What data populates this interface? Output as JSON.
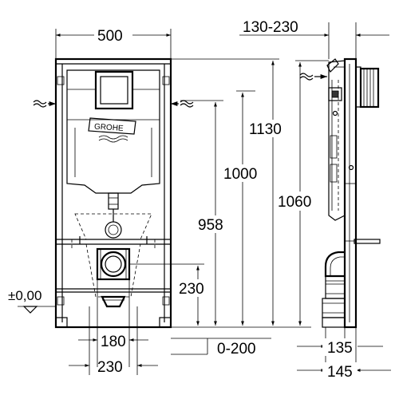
{
  "front_view": {
    "width_top": "500",
    "height_1130": "1130",
    "height_1000": "1000",
    "height_958": "958",
    "height_230": "230",
    "width_180": "180",
    "width_230": "230",
    "level_zero": "±0,00",
    "brand": "GROHE"
  },
  "side_view": {
    "depth_range": "130-230",
    "height_1060": "1060",
    "range_0_200": "0-200",
    "depth_135": "135",
    "depth_145": "145"
  }
}
